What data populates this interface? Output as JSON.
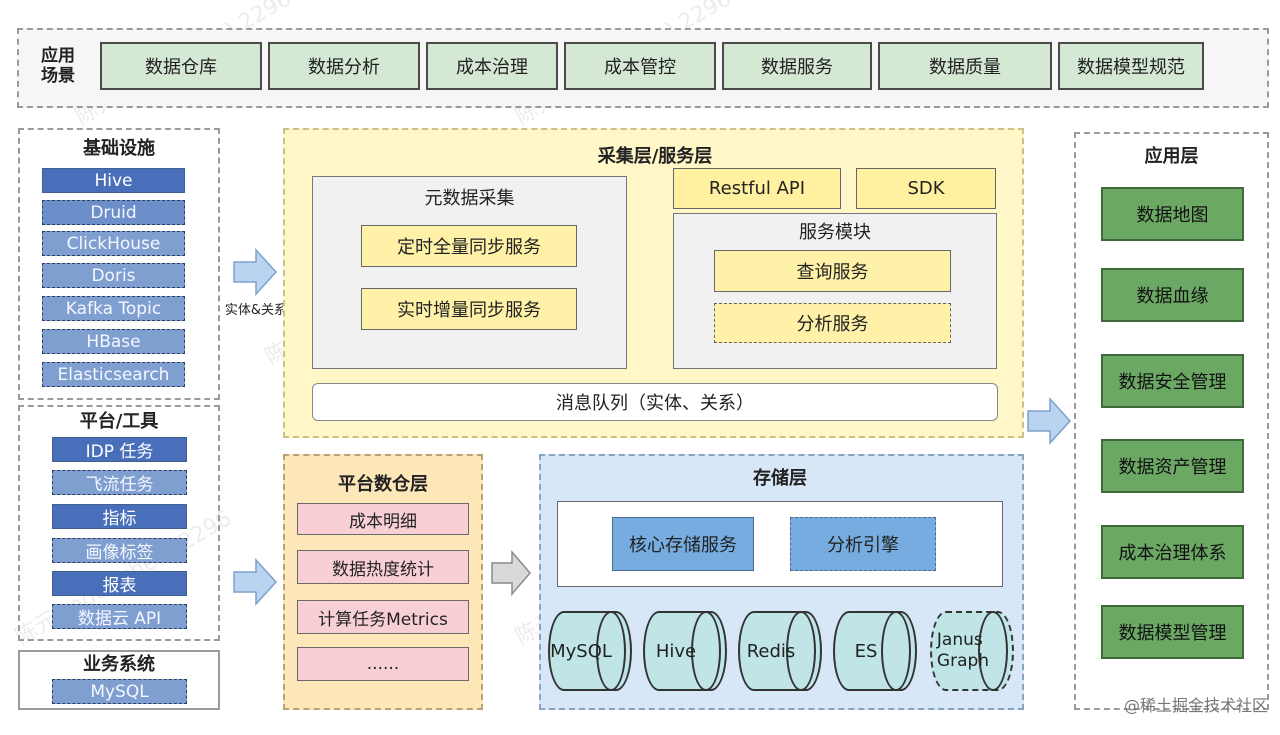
{
  "app_scenarios": {
    "label": "应用\n场景",
    "items": [
      "数据仓库",
      "数据分析",
      "成本治理",
      "成本管控",
      "数据服务",
      "数据质量",
      "数据模型规范"
    ]
  },
  "infra": {
    "title": "基础设施",
    "items": [
      "Hive",
      "Druid",
      "ClickHouse",
      "Doris",
      "Kafka Topic",
      "HBase",
      "Elasticsearch"
    ]
  },
  "platform_tools": {
    "title": "平台/工具",
    "items": [
      "IDP 任务",
      "飞流任务",
      "指标",
      "画像标签",
      "报表",
      "数据云 API"
    ]
  },
  "business": {
    "title": "业务系统",
    "items": [
      "MySQL"
    ]
  },
  "arrow_label": "实体&关系",
  "collect_layer": {
    "title": "采集层/服务层",
    "metadata_title": "元数据采集",
    "metadata_items": [
      "定时全量同步服务",
      "实时增量同步服务"
    ],
    "api_items": [
      "Restful API",
      "SDK"
    ],
    "service_title": "服务模块",
    "service_items": [
      "查询服务",
      "分析服务"
    ],
    "queue": "消息队列（实体、关系）"
  },
  "warehouse_layer": {
    "title": "平台数仓层",
    "items": [
      "成本明细",
      "数据热度统计",
      "计算任务Metrics",
      "......"
    ]
  },
  "storage_layer": {
    "title": "存储层",
    "services": [
      "核心存储服务",
      "分析引擎"
    ],
    "dbs": [
      "MySQL",
      "Hive",
      "Redis",
      "ES",
      "Janus\nGraph"
    ]
  },
  "app_layer": {
    "title": "应用层",
    "items": [
      "数据地图",
      "数据血缘",
      "数据安全管理",
      "数据资产管理",
      "成本治理体系",
      "数据模型管理"
    ]
  },
  "footer": "@稀土掘金技术社区",
  "colors": {
    "green_light": "#d5e8d4",
    "green_dark": "#6aa864",
    "yellow_panel": "#fff7c8",
    "blue_panel": "#d7e7f8",
    "orange_panel": "#fde7b8",
    "infra_blue": "#4a6fba"
  }
}
